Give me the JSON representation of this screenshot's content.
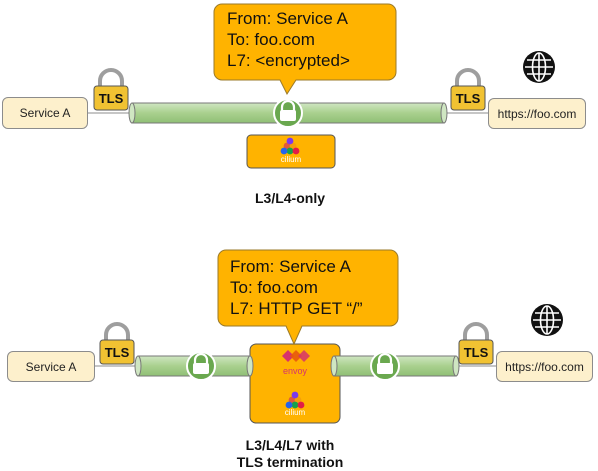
{
  "top": {
    "service_label": "Service A",
    "endpoint_label": "https://foo.com",
    "callout": {
      "line1": "From: Service A",
      "line2": "To: foo.com",
      "line3": "L7: <encrypted>"
    },
    "lock_badge_left": "TLS",
    "lock_badge_right": "TLS",
    "cilium_label": "cilium",
    "caption": "L3/L4-only"
  },
  "bottom": {
    "service_label": "Service A",
    "endpoint_label": "https://foo.com",
    "callout": {
      "line1": "From: Service A",
      "line2": "To: foo.com",
      "line3": "L7: HTTP GET “/”"
    },
    "lock_badge_left": "TLS",
    "lock_badge_right": "TLS",
    "envoy_label": "envoy",
    "cilium_label": "cilium",
    "caption_line1": "L3/L4/L7 with",
    "caption_line2": "TLS termination"
  },
  "colors": {
    "callout": "#ffb300",
    "service_box": "#fdf0cc",
    "pipe": "#b6d7a8",
    "lock_badge": "#f1c232",
    "lock_circle": "#6aa84f"
  },
  "icons": [
    "globe-icon",
    "padlock-icon",
    "tls-lock-icon",
    "cilium-logo",
    "envoy-logo"
  ]
}
